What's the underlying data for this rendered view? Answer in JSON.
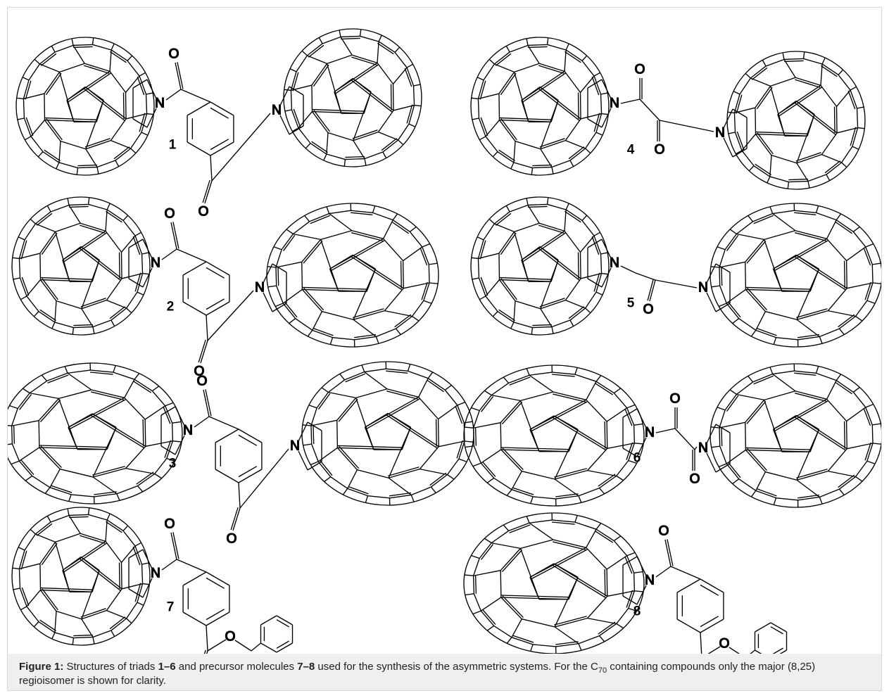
{
  "figure": {
    "compounds": [
      {
        "id": "1",
        "left_cage": "C60",
        "right_cage": "C60",
        "linker": "terephthaloyl"
      },
      {
        "id": "2",
        "left_cage": "C60",
        "right_cage": "C70",
        "linker": "terephthaloyl"
      },
      {
        "id": "3",
        "left_cage": "C70",
        "right_cage": "C70",
        "linker": "terephthaloyl"
      },
      {
        "id": "4",
        "left_cage": "C60",
        "right_cage": "C60",
        "linker": "oxalyl"
      },
      {
        "id": "5",
        "left_cage": "C60",
        "right_cage": "C70",
        "linker": "glycyl"
      },
      {
        "id": "6",
        "left_cage": "C70",
        "right_cage": "C70",
        "linker": "oxalyl"
      },
      {
        "id": "7",
        "left_cage": "C60",
        "right_cage": "",
        "linker": "benzyl ester"
      },
      {
        "id": "8",
        "left_cage": "C70",
        "right_cage": "",
        "linker": "benzyl ester"
      }
    ],
    "atom_labels": {
      "nitrogen": "N",
      "oxygen": "O"
    }
  },
  "caption": {
    "label": "Figure 1:",
    "t1": " Structures of triads ",
    "b1": "1–6",
    "t2": " and precursor molecules ",
    "b2": "7–8",
    "t3": " used for the synthesis of the asymmetric systems. For the C",
    "sub": "70",
    "t4": " containing compounds only the major (8,25) regioisomer is shown for clarity."
  }
}
